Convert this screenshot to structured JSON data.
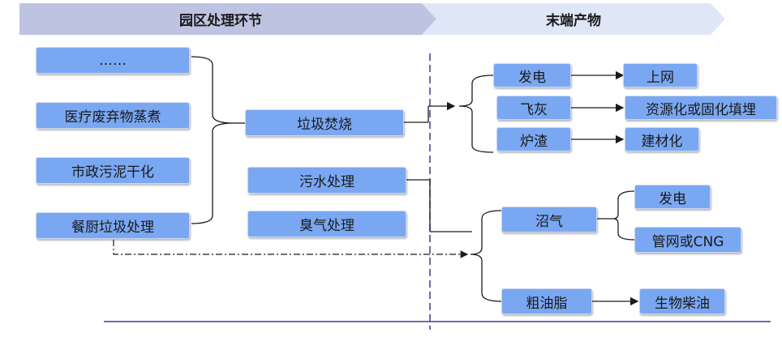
{
  "banner": {
    "left_title": "园区处理环节",
    "right_title": "末端产物"
  },
  "sources": [
    "……",
    "医疗废弃物蒸煮",
    "市政污泥干化",
    "餐厨垃圾处理"
  ],
  "processes": [
    "垃圾焚烧",
    "污水处理",
    "臭气处理"
  ],
  "intermediates": [
    "发电",
    "飞灰",
    "炉渣",
    "沼气",
    "粗油脂"
  ],
  "products": [
    "上网",
    "资源化或固化填埋",
    "建材化",
    "发电",
    "管网或CNG",
    "生物柴油"
  ],
  "colors": {
    "node_fill": "#7aa7f2",
    "banner_left": "#bfc3e2",
    "banner_right": "#dfe7f6",
    "divider": "#3a3f8f"
  }
}
